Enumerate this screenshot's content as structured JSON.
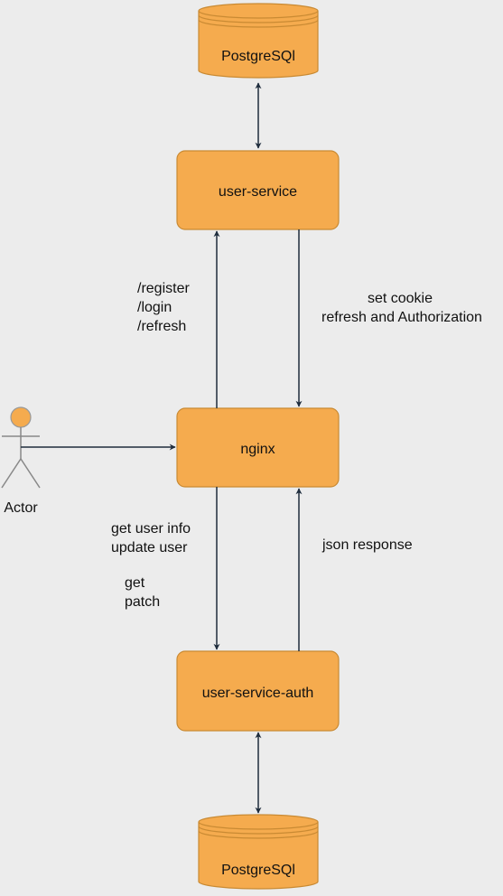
{
  "colors": {
    "background": "#ececec",
    "node_fill": "#f5ab4e",
    "node_stroke": "#c98a33",
    "arrow": "#1f2d3d",
    "actor_stroke": "#888888"
  },
  "nodes": {
    "db_top": {
      "label": "PostgreSQl"
    },
    "user_service": {
      "label": "user-service"
    },
    "nginx": {
      "label": "nginx"
    },
    "user_service_auth": {
      "label": "user-service-auth"
    },
    "db_bottom": {
      "label": "PostgreSQl"
    }
  },
  "actor": {
    "label": "Actor"
  },
  "edge_labels": {
    "to_user_service": [
      "/register",
      "/login",
      "/refresh"
    ],
    "from_user_service": [
      "set cookie",
      "refresh and Authorization"
    ],
    "to_auth": [
      "get user info",
      "update user"
    ],
    "to_auth_methods": [
      "get",
      "patch"
    ],
    "from_auth": [
      "json response"
    ]
  }
}
